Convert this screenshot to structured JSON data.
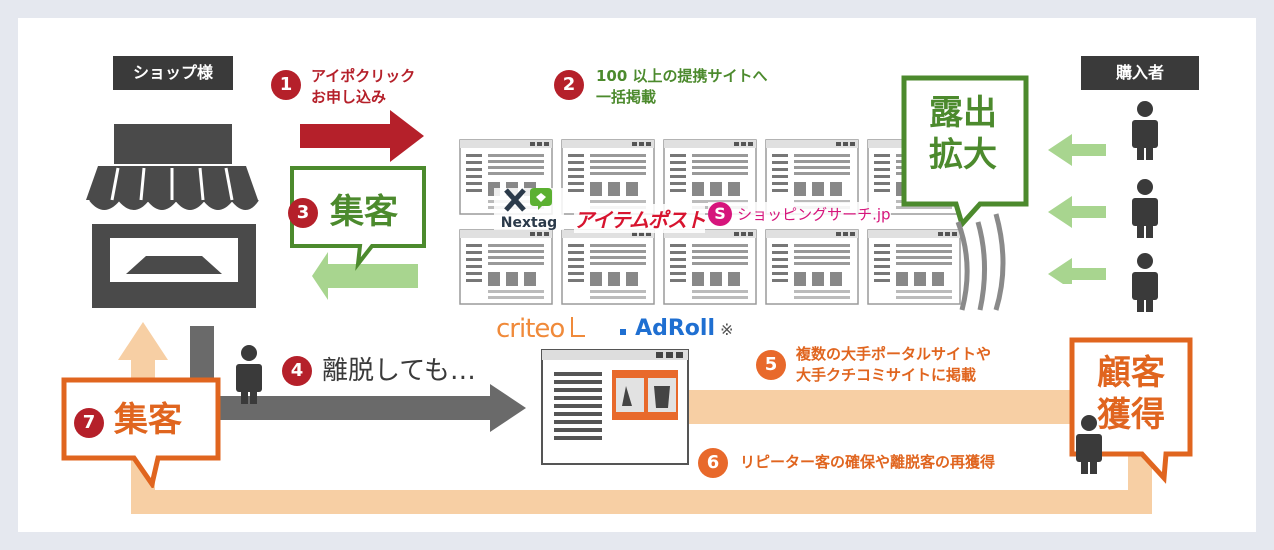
{
  "labels": {
    "shop": "ショップ様",
    "buyer": "購入者"
  },
  "steps": {
    "s1_num": "1",
    "s1_line1": "アイポクリック",
    "s1_line2": "お申し込み",
    "s2_num": "2",
    "s2_line1": "100 以上の提携サイトへ",
    "s2_line2": "一括掲載",
    "s3_num": "3",
    "s3_text": "集客",
    "s4_num": "4",
    "s4_text": "離脱しても…",
    "s5_num": "5",
    "s5_line1": "複数の大手ポータルサイトや",
    "s5_line2": "大手クチコミサイトに掲載",
    "s6_num": "6",
    "s6_text": "リピーター客の確保や離脱客の再獲得",
    "s7_num": "7",
    "s7_text": "集客"
  },
  "bubbles": {
    "exposure_line1": "露出",
    "exposure_line2": "拡大",
    "acquire_line1": "顧客",
    "acquire_line2": "獲得"
  },
  "logos": {
    "nextag": "Nextag",
    "itempost": "アイテムポスト",
    "shopping_s": "S",
    "shopping_name": "ショッピングサーチ.jp",
    "criteo": "criteo",
    "adroll": "AdRoll",
    "asterisk": "※"
  },
  "colors": {
    "red": "#b5202a",
    "green": "#4c8a2d",
    "light_green": "#a8d58f",
    "orange": "#e0651f",
    "light_orange": "#f7cfa4",
    "dark_gray": "#3a3a3a",
    "mid_gray": "#6a6a6a"
  }
}
